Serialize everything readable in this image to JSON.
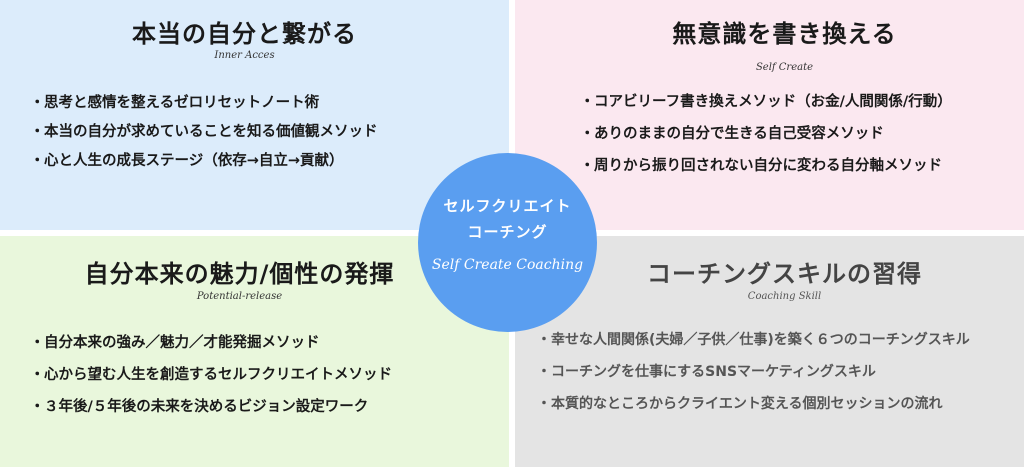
{
  "center": {
    "line1": "セルフクリエイト",
    "line2": "コーチング",
    "subtitle": "Self Create Coaching"
  },
  "quadrants": [
    {
      "title": "本当の自分と繋がる",
      "subtitle": "Inner Acces",
      "items": [
        "思考と感情を整えるゼロリセットノート術",
        "本当の自分が求めていることを知る価値観メソッド",
        "心と人生の成長ステージ（依存→自立→貢献）"
      ]
    },
    {
      "title": "無意識を書き換える",
      "subtitle": "Self Create",
      "items": [
        "コアビリーフ書き換えメソッド（お金/人間関係/行動）",
        "ありのままの自分で生きる自己受容メソッド",
        "周りから振り回されない自分に変わる自分軸メソッド"
      ]
    },
    {
      "title": "自分本来の魅力/個性の発揮",
      "subtitle": "Potential-release",
      "items": [
        "自分本来の強み／魅力／才能発掘メソッド",
        "心から望む人生を創造するセルフクリエイトメソッド",
        "３年後/５年後の未来を決めるビジョン設定ワーク"
      ]
    },
    {
      "title": "コーチングスキルの習得",
      "subtitle": "Coaching Skill",
      "items": [
        "幸せな人間関係(夫婦／子供／仕事)を築く６つのコーチングスキル",
        "コーチングを仕事にするSNSマーケティングスキル",
        "本質的なところからクライエント変える個別セッションの流れ"
      ]
    }
  ],
  "bullet": "・"
}
